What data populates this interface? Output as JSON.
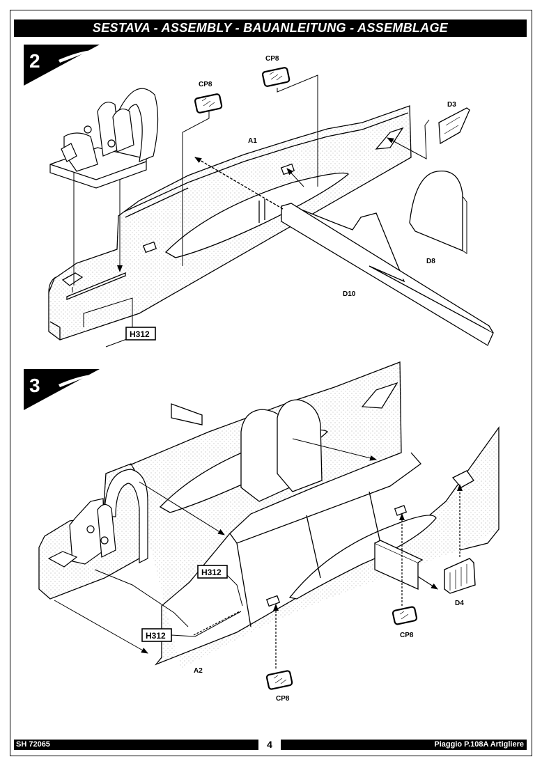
{
  "header": {
    "title": "SESTAVA - ASSEMBLY - BAUANLEITUNG - ASSEMBLAGE"
  },
  "footer": {
    "code": "SH 72065",
    "page": "4",
    "title": "Piaggio P.108A Artigliere"
  },
  "steps": [
    {
      "number": "2",
      "parts": {
        "cp8_a": "CP8",
        "cp8_b": "CP8",
        "d3": "D3",
        "a1": "A1",
        "d8": "D8",
        "d10": "D10",
        "h312": "H312"
      }
    },
    {
      "number": "3",
      "parts": {
        "h312_a": "H312",
        "h312_b": "H312",
        "a2": "A2",
        "d4": "D4",
        "cp8_a": "CP8",
        "cp8_b": "CP8"
      }
    }
  ]
}
